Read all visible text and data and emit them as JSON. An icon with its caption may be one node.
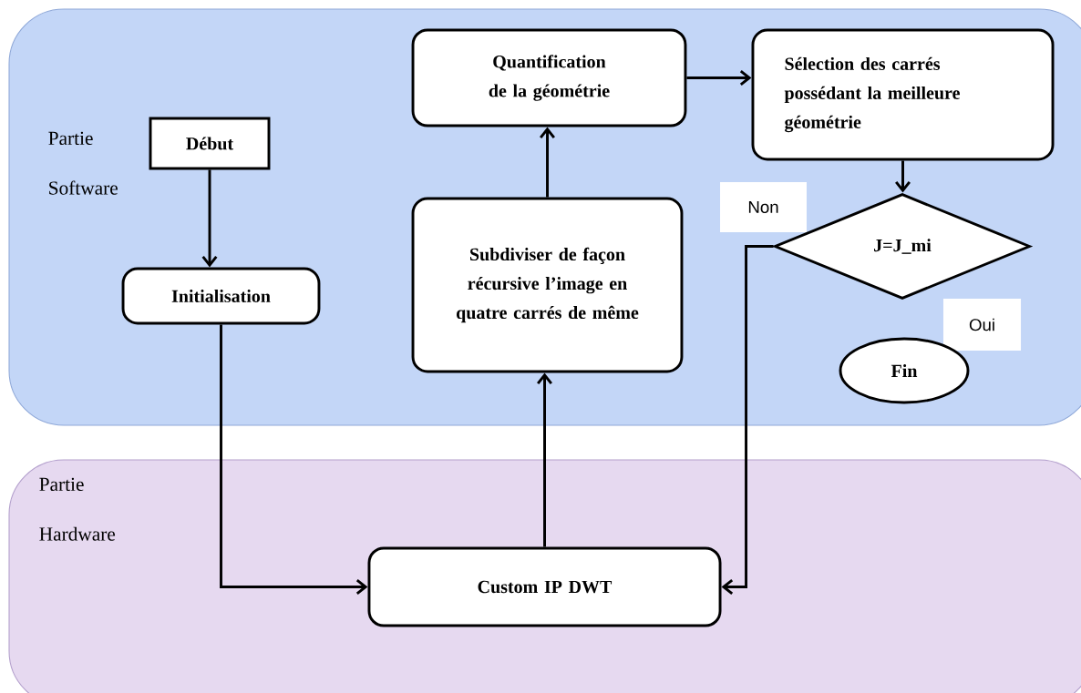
{
  "diagram": {
    "nodes": [
      {
        "text": [
          "Partie Software"
        ]
      },
      {
        "text": [
          "Partie Hardware"
        ]
      },
      {
        "text": [
          "Début"
        ],
        "in": 0
      },
      {
        "text": [
          "Initialisation"
        ],
        "in": 0
      },
      {
        "text": [
          "Subdiviser de façon récursive l’image en quatre carrés de même"
        ],
        "in": 0
      },
      {
        "text": [
          "Quantification de la géométrie"
        ],
        "in": 0
      },
      {
        "text": [
          "Sélection des carrés possédant la meilleure géométrie"
        ],
        "in": 0
      },
      {
        "text": [
          "J=J_mi"
        ],
        "in": 0
      },
      {
        "text": [
          "Non"
        ],
        "in": 0
      },
      {
        "text": [
          "Oui"
        ],
        "in": 0
      },
      {
        "text": [
          "Fin"
        ],
        "in": 0
      },
      {
        "text": [
          "Custom IP DWT"
        ],
        "in": 1
      }
    ],
    "edges": [
      {
        "from": 2,
        "to": 3,
        "arrow": "to"
      },
      {
        "from": 3,
        "to": 11,
        "arrow": "to"
      },
      {
        "from": 11,
        "to": 4,
        "arrow": "to"
      },
      {
        "from": 4,
        "to": 5,
        "arrow": "to"
      },
      {
        "from": 5,
        "to": 6,
        "arrow": "to"
      },
      {
        "from": 6,
        "to": 7,
        "arrow": "to"
      },
      {
        "from": 7,
        "to": 11,
        "arrow": "to"
      }
    ]
  }
}
